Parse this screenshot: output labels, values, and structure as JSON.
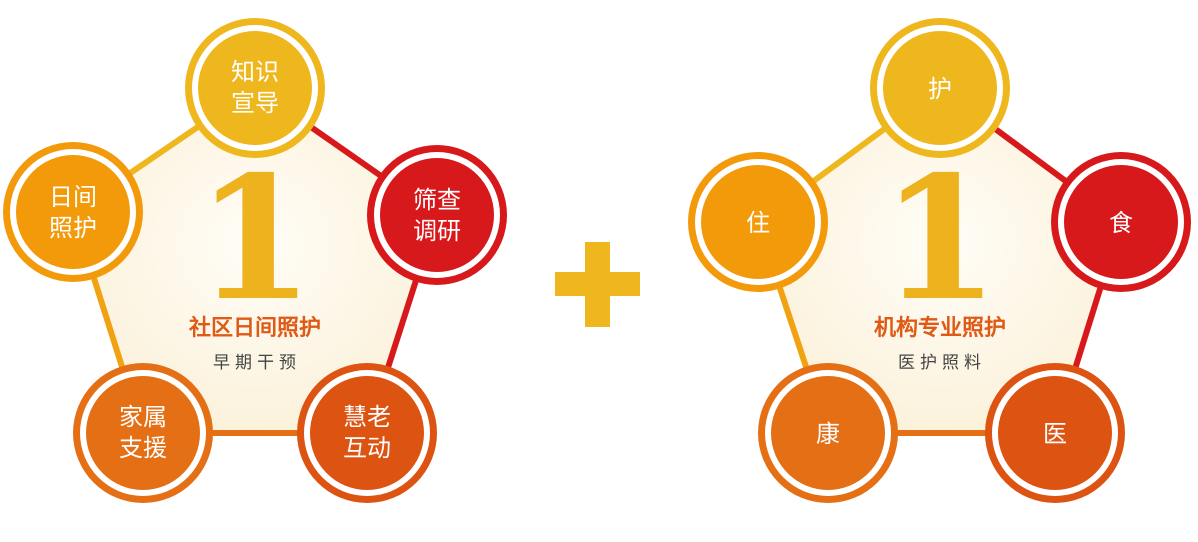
{
  "colors": {
    "gold": "#EFB71E",
    "orange": "#F39A0B",
    "red": "#D7191C",
    "deep_orange": "#E46F14",
    "burnt": "#DC5312",
    "plus": "#EFB71E"
  },
  "left": {
    "number": "1",
    "title": "社区日间照护",
    "subtitle": "早期干预",
    "nodes": [
      {
        "lines": [
          "知识",
          "宣导"
        ]
      },
      {
        "lines": [
          "筛查",
          "调研"
        ]
      },
      {
        "lines": [
          "慧老",
          "互动"
        ]
      },
      {
        "lines": [
          "家属",
          "支援"
        ]
      },
      {
        "lines": [
          "日间",
          "照护"
        ]
      }
    ]
  },
  "plus_symbol": "+",
  "right": {
    "number": "1",
    "title": "机构专业照护",
    "subtitle": "医护照料",
    "nodes": [
      {
        "lines": [
          "护"
        ]
      },
      {
        "lines": [
          "食"
        ]
      },
      {
        "lines": [
          "医"
        ]
      },
      {
        "lines": [
          "康"
        ]
      },
      {
        "lines": [
          "住"
        ]
      }
    ]
  }
}
